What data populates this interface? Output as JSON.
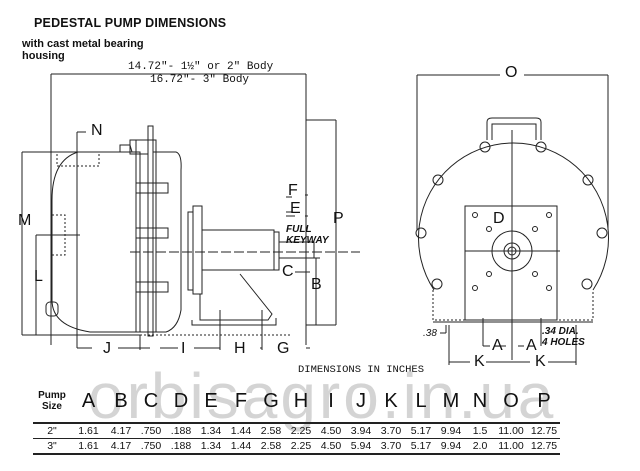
{
  "header": {
    "title": "PEDESTAL PUMP DIMENSIONS",
    "subtitle": "with cast metal bearing housing"
  },
  "overall_length": {
    "line1": "14.72\"- 1½\" or 2\" Body",
    "line2": "16.72\"-  3\" Body"
  },
  "side_view_labels": {
    "N": "N",
    "M": "M",
    "L": "L",
    "J": "J",
    "I": "I",
    "H": "H",
    "G": "G",
    "F": "F",
    "E": "E",
    "C": "C",
    "B": "B",
    "P": "P",
    "full_keyway_1": "FULL",
    "full_keyway_2": "KEYWAY"
  },
  "front_view_labels": {
    "O": "O",
    "D": "D",
    "A_left": "A",
    "A_right": "A",
    "K_left": "K",
    "K_right": "K",
    "dim_38": ".38",
    "holes_1": ".34 DIA.",
    "holes_2": "4 HOLES"
  },
  "table": {
    "heading": "DIMENSIONS IN INCHES",
    "size_header": "Pump Size",
    "columns": [
      "A",
      "B",
      "C",
      "D",
      "E",
      "F",
      "G",
      "H",
      "I",
      "J",
      "K",
      "L",
      "M",
      "N",
      "O",
      "P"
    ],
    "rows": [
      {
        "size": "2\"",
        "values": [
          "1.61",
          "4.17",
          ".750",
          ".188",
          "1.34",
          "1.44",
          "2.58",
          "2.25",
          "4.50",
          "3.94",
          "3.70",
          "5.17",
          "9.94",
          "1.5",
          "11.00",
          "12.75"
        ]
      },
      {
        "size": "3\"",
        "values": [
          "1.61",
          "4.17",
          ".750",
          ".188",
          "1.34",
          "1.44",
          "2.58",
          "2.25",
          "4.50",
          "5.94",
          "3.70",
          "5.17",
          "9.94",
          "2.0",
          "11.00",
          "12.75"
        ]
      }
    ]
  },
  "watermark": "orbisagro.in.ua",
  "colors": {
    "ink": "#111111",
    "watermark": "#d8d8d8"
  }
}
